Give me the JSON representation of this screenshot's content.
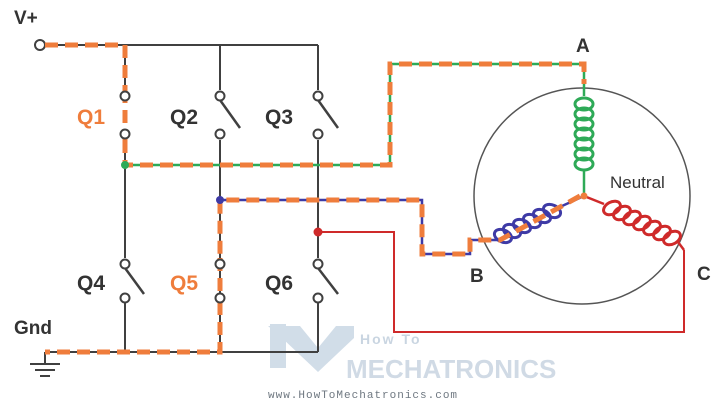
{
  "labels": {
    "supply": "V+",
    "ground": "Gnd",
    "q1": "Q1",
    "q2": "Q2",
    "q3": "Q3",
    "q4": "Q4",
    "q5": "Q5",
    "q6": "Q6",
    "phase_a": "A",
    "phase_b": "B",
    "phase_c": "C",
    "neutral": "Neutral"
  },
  "switches": {
    "q1": "closed",
    "q2": "open",
    "q3": "open",
    "q4": "open",
    "q5": "closed",
    "q6": "open"
  },
  "current_path": "V+ → Q1 → A → Neutral → B → Q5 → Gnd",
  "watermark": {
    "line1": "How To",
    "line2": "MECHATRONICS",
    "url": "www.HowToMechatronics.com"
  },
  "colors": {
    "wire": "#404040",
    "current_path": "#ef7d3c",
    "coil_a": "#2eaa57",
    "coil_b": "#3e3aa6",
    "coil_c": "#cf2a2a",
    "label_highlight": "#ef7d3c"
  }
}
